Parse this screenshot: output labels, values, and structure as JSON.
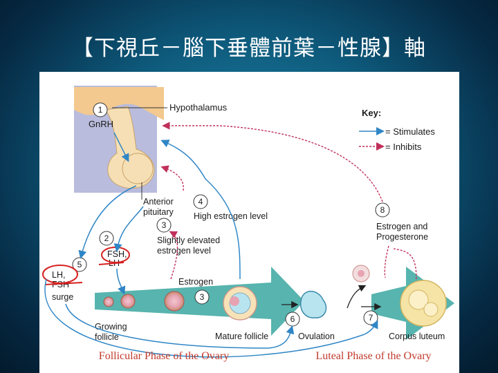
{
  "slide": {
    "title": "【下視丘－腦下垂體前葉－性腺】軸"
  },
  "diagram": {
    "labels": {
      "hypothalamus": "Hypothalamus",
      "gnrh": "GnRH",
      "anterior_pituitary_line1": "Anterior",
      "anterior_pituitary_line2": "pituitary",
      "high_estrogen": "High estrogen level",
      "slightly_elevated_line1": "Slightly elevated",
      "slightly_elevated_line2": "estrogen level",
      "fsh": "FSH,",
      "lh_small": "LH",
      "lh_fsh_line1": "LH,",
      "lh_fsh_line2": "FSH",
      "surge": "surge",
      "estrogen": "Estrogen",
      "growing_follicle_line1": "Growing",
      "growing_follicle_line2": "follicle",
      "mature_follicle": "Mature follicle",
      "ovulation": "Ovulation",
      "corpus_luteum": "Corpus luteum",
      "estrogen_progesterone_line1": "Estrogen and",
      "estrogen_progesterone_line2": "Progesterone"
    },
    "steps": [
      "1",
      "2",
      "3",
      "4",
      "5",
      "3",
      "6",
      "7",
      "8"
    ],
    "key": {
      "title": "Key:",
      "stimulates": "= Stimulates",
      "inhibits": "= Inhibits"
    },
    "phases": {
      "follicular": "Follicular Phase of the Ovary",
      "luteal": "Luteal Phase of the Ovary"
    },
    "colors": {
      "stimulate_arrow": "#2f86c6",
      "inhibit_arrow": "#c0305a",
      "annotation_red": "#d62020",
      "phase_arrow": "#3aa7a0",
      "brain": "#f3c98f",
      "pituitary_box": "#b9bcdc",
      "phase_text": "#c0392b"
    }
  }
}
